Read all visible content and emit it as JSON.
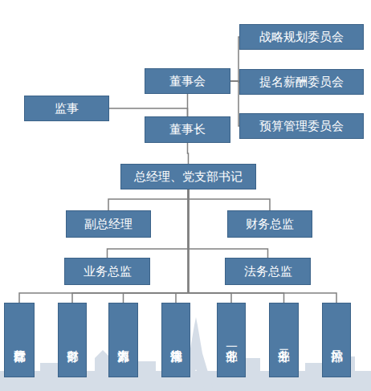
{
  "diagram": {
    "nodes": [
      {
        "text": [
          "董事会"
        ]
      },
      {
        "text": [
          "战略规划委员会"
        ]
      },
      {
        "text": [
          "提名薪酬委员会"
        ]
      },
      {
        "text": [
          "预算管理委员会"
        ]
      },
      {
        "text": [
          "监事"
        ]
      },
      {
        "text": [
          "董事长"
        ]
      },
      {
        "text": [
          "总经理、党支部书记"
        ]
      },
      {
        "text": [
          "副总经理"
        ]
      },
      {
        "text": [
          "财务总监"
        ]
      },
      {
        "text": [
          "业务总监"
        ]
      },
      {
        "text": [
          "法务总监"
        ]
      },
      {
        "text": [
          "行政党群部"
        ]
      },
      {
        "text": [
          "财务部"
        ]
      },
      {
        "text": [
          "人力资源部"
        ]
      },
      {
        "text": [
          "法律合规部"
        ]
      },
      {
        "text": [
          "业务一部"
        ]
      },
      {
        "text": [
          "业务二部"
        ]
      },
      {
        "text": [
          "风控部"
        ]
      }
    ],
    "edges": [
      {
        "from": 0,
        "to": 1,
        "arrow": "none"
      },
      {
        "from": 0,
        "to": 2,
        "arrow": "none"
      },
      {
        "from": 0,
        "to": 3,
        "arrow": "none"
      },
      {
        "from": 4,
        "to": 5,
        "arrow": "none"
      },
      {
        "from": 0,
        "to": 5,
        "arrow": "none"
      },
      {
        "from": 5,
        "to": 6,
        "arrow": "none"
      },
      {
        "from": 6,
        "to": 7,
        "arrow": "none"
      },
      {
        "from": 6,
        "to": 8,
        "arrow": "none"
      },
      {
        "from": 6,
        "to": 9,
        "arrow": "none"
      },
      {
        "from": 6,
        "to": 10,
        "arrow": "none"
      },
      {
        "from": 6,
        "to": 11,
        "arrow": "none"
      },
      {
        "from": 6,
        "to": 12,
        "arrow": "none"
      },
      {
        "from": 6,
        "to": 13,
        "arrow": "none"
      },
      {
        "from": 6,
        "to": 14,
        "arrow": "none"
      },
      {
        "from": 6,
        "to": 15,
        "arrow": "none"
      },
      {
        "from": 6,
        "to": 16,
        "arrow": "none"
      },
      {
        "from": 6,
        "to": 17,
        "arrow": "none"
      }
    ]
  }
}
